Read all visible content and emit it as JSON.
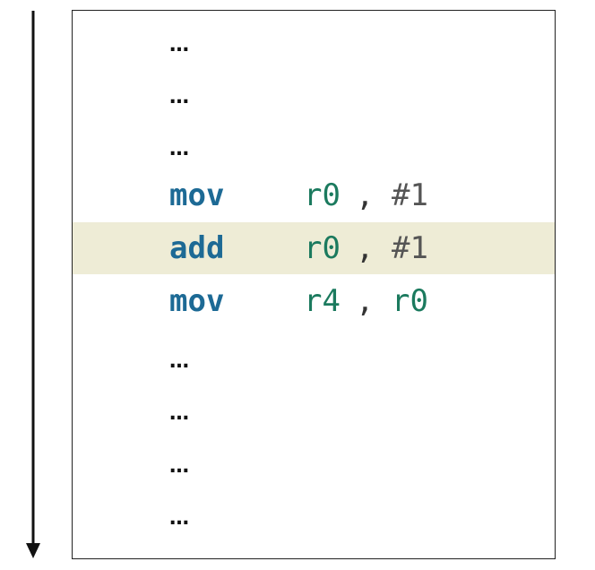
{
  "timeline_arrow": {
    "direction": "down"
  },
  "code_listing": {
    "rows": [
      {
        "kind": "ellipsis",
        "text": "…",
        "highlighted": false
      },
      {
        "kind": "ellipsis",
        "text": "…",
        "highlighted": false
      },
      {
        "kind": "ellipsis",
        "text": "…",
        "highlighted": false
      },
      {
        "kind": "instr",
        "mnemonic": "mov",
        "op1": "r0",
        "comma": ",",
        "op2": "#1",
        "op2_type": "imm",
        "highlighted": false
      },
      {
        "kind": "instr",
        "mnemonic": "add",
        "op1": "r0",
        "comma": ",",
        "op2": "#1",
        "op2_type": "imm",
        "highlighted": true
      },
      {
        "kind": "instr",
        "mnemonic": "mov",
        "op1": "r4",
        "comma": ",",
        "op2": "r0",
        "op2_type": "reg",
        "highlighted": false
      },
      {
        "kind": "ellipsis",
        "text": "…",
        "highlighted": false
      },
      {
        "kind": "ellipsis",
        "text": "…",
        "highlighted": false
      },
      {
        "kind": "ellipsis",
        "text": "…",
        "highlighted": false
      },
      {
        "kind": "ellipsis",
        "text": "…",
        "highlighted": false
      }
    ]
  },
  "colors": {
    "mnemonic": "#1d6a95",
    "register": "#1b7a5e",
    "immediate": "#555555",
    "highlight": "#eeecd6"
  }
}
